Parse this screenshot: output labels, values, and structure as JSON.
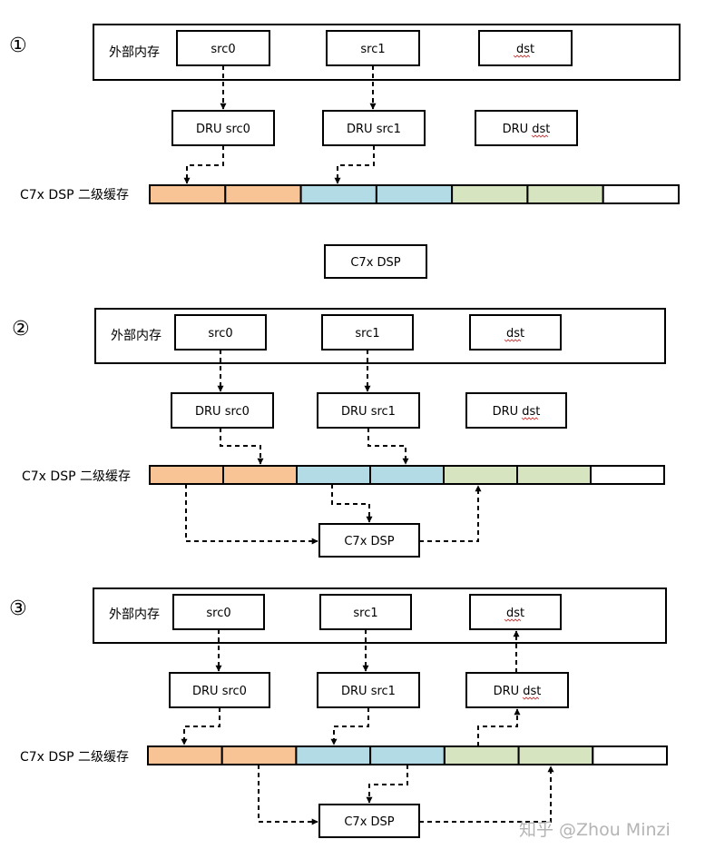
{
  "panels": [
    {
      "step_marker": "①",
      "memory_label": "外部内存",
      "buffers": [
        "src0",
        "src1",
        "dst"
      ],
      "dru": [
        "DRU src0",
        "DRU src1",
        "DRU dst"
      ],
      "cache_label": "C7x DSP 二级缓存",
      "dsp_label": "C7x DSP"
    },
    {
      "step_marker": "②",
      "memory_label": "外部内存",
      "buffers": [
        "src0",
        "src1",
        "dst"
      ],
      "dru": [
        "DRU src0",
        "DRU src1",
        "DRU dst"
      ],
      "cache_label": "C7x DSP 二级缓存",
      "dsp_label": "C7x DSP"
    },
    {
      "step_marker": "③",
      "memory_label": "外部内存",
      "buffers": [
        "src0",
        "src1",
        "dst"
      ],
      "dru": [
        "DRU src0",
        "DRU src1",
        "DRU dst"
      ],
      "cache_label": "C7x DSP 二级缓存",
      "dsp_label": "C7x DSP"
    }
  ],
  "cache_colors": [
    "#f8c496",
    "#f8c496",
    "#b3dbe6",
    "#b3dbe6",
    "#d6e4bf",
    "#d6e4bf",
    "#ffffff"
  ],
  "watermark": "知乎 @Zhou Minzi"
}
